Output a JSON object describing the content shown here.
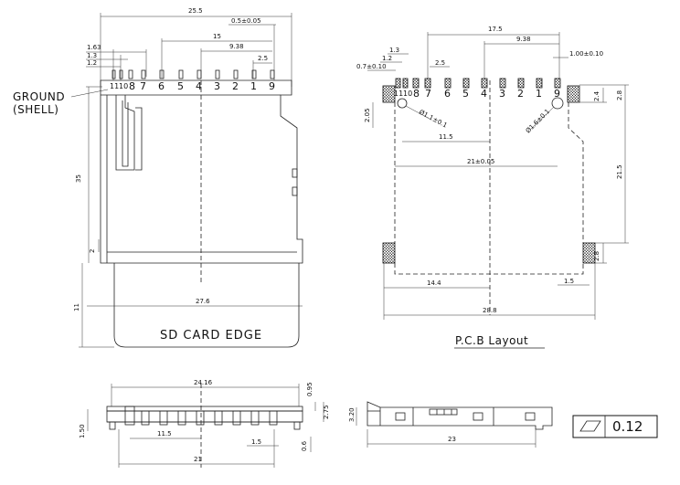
{
  "labels": {
    "ground_line1": "GROUND",
    "ground_line2": "(SHELL)",
    "card_edge": "SD CARD EDGE",
    "pcb_layout": "P.C.B Layout",
    "flatness_value": "0.12"
  },
  "top_view": {
    "dims": {
      "overall_width": "25.5",
      "pin9_offset": "0.5±0.05",
      "span_15": "15",
      "span_938": "9.38",
      "pitch_25": "2.5",
      "d163": "1.63",
      "d13": "1.3",
      "d12": "1.2",
      "height_35": "35",
      "d2": "2",
      "card_width": "27.6",
      "card_ext": "11"
    },
    "pins": [
      {
        "label": "11",
        "small": true
      },
      {
        "label": "10",
        "small": true
      },
      {
        "label": "8",
        "small": false
      },
      {
        "label": "7",
        "small": false
      },
      {
        "label": "6",
        "small": false
      },
      {
        "label": "5",
        "small": false
      },
      {
        "label": "4",
        "small": false
      },
      {
        "label": "3",
        "small": false
      },
      {
        "label": "2",
        "small": false
      },
      {
        "label": "1",
        "small": false
      },
      {
        "label": "9",
        "small": false
      }
    ]
  },
  "pcb": {
    "dims": {
      "span_175": "17.5",
      "span_938": "9.38",
      "pad_w": "1.00±0.10",
      "d13": "1.3",
      "d12": "1.2",
      "d07": "0.7±0.10",
      "pitch_25": "2.5",
      "d205": "2.05",
      "hole_left": "Ø1.1±0.1",
      "hole_right": "Ø1.6±0.1",
      "d115": "11.5",
      "d21": "21±0.05",
      "d24": "2.4",
      "d28top": "2.8",
      "d215": "21.5",
      "d28bot": "2.8",
      "d144": "14.4",
      "d15": "1.5",
      "d288": "28.8"
    },
    "pins": [
      "11",
      "10",
      "8",
      "7",
      "6",
      "5",
      "4",
      "3",
      "2",
      "1",
      "9"
    ]
  },
  "front_view": {
    "dims": {
      "d2416": "24.16",
      "d095": "0.95",
      "d275": "2.75",
      "d150": "1.50",
      "d115": "11.5",
      "d15": "1.5",
      "d06": "0.6",
      "d21": "21"
    }
  },
  "side_view": {
    "dims": {
      "d320": "3.20",
      "d23": "23"
    }
  }
}
